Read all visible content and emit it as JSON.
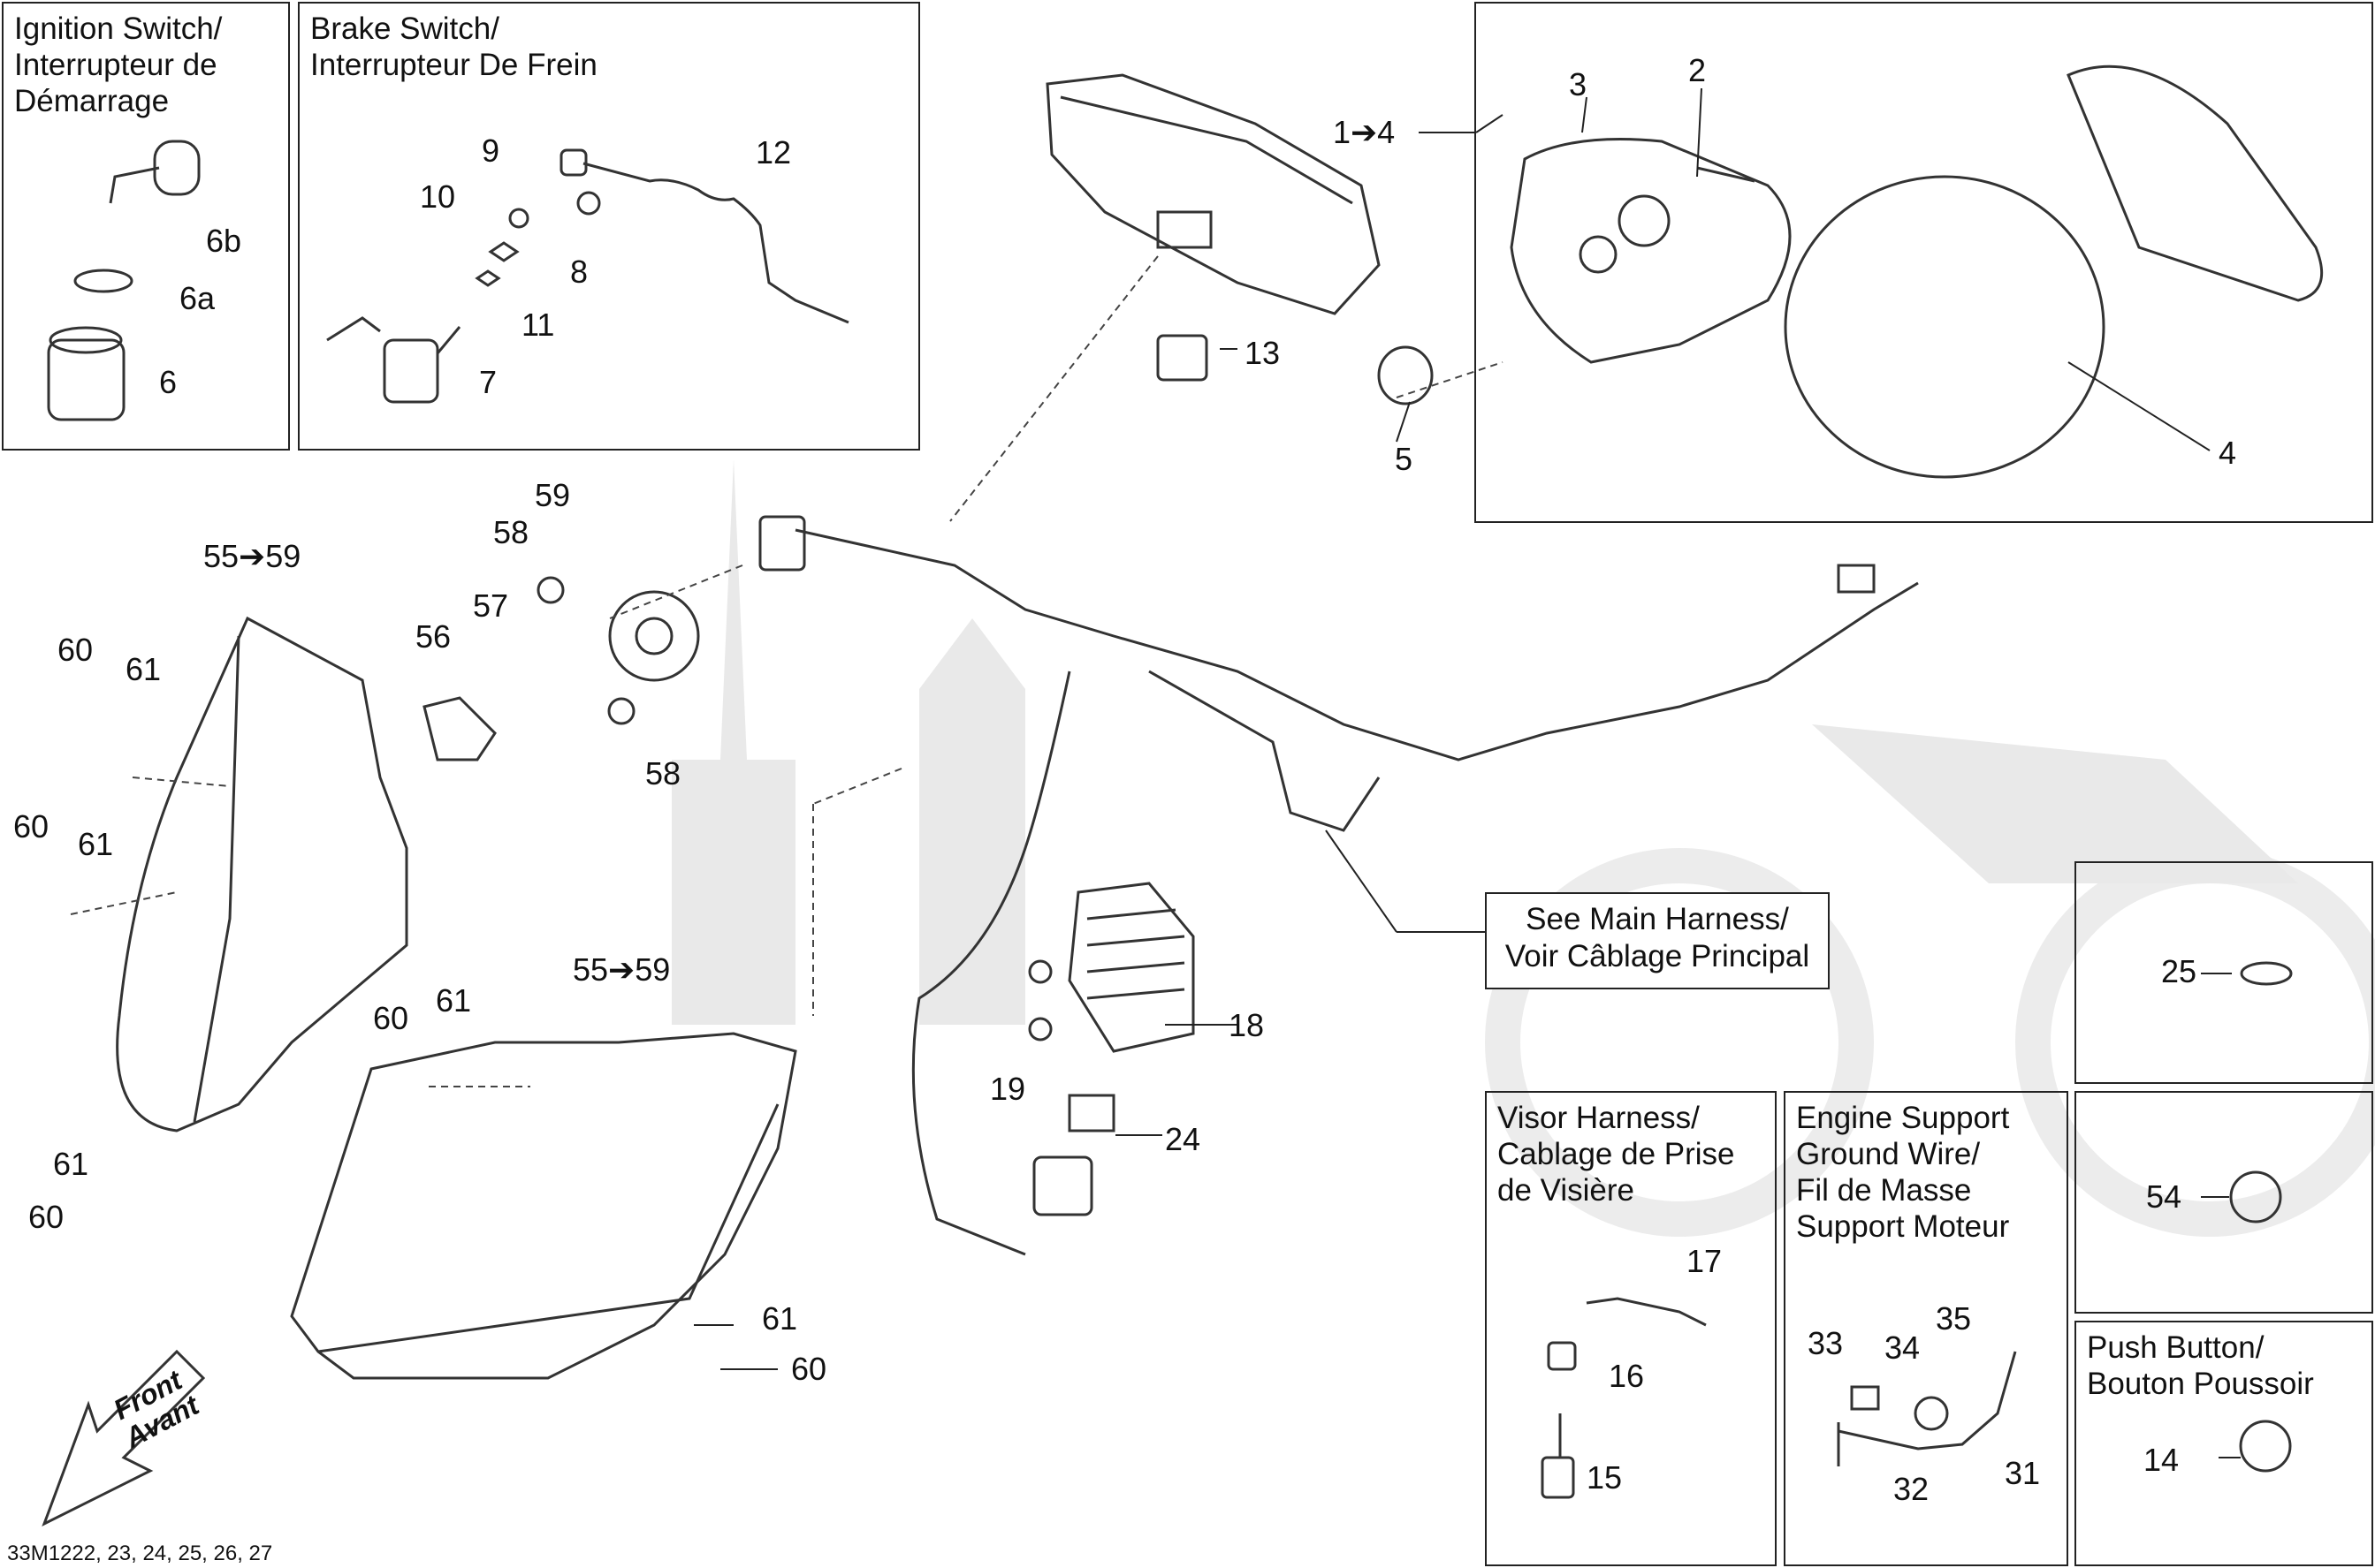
{
  "panels": {
    "ignition": "Ignition Switch/\nInterrupteur de\nDémarrage",
    "brake": "Brake Switch/\nInterrupteur De Frein",
    "visor": "Visor Harness/\nCablage de Prise\nde Visière",
    "engine": "Engine Support\nGround Wire/\nFil de Masse\nSupport Moteur",
    "push": "Push Button/\nBouton Poussoir"
  },
  "main_harness_note": "See Main Harness/\nVoir Câblage Principal",
  "front_label": "Front\nAvant",
  "footer_code": "33M1222, 23, 24, 25, 26, 27",
  "callouts": {
    "c6b": "6b",
    "c6a": "6a",
    "c6": "6",
    "c9": "9",
    "c10": "10",
    "c8": "8",
    "c11": "11",
    "c12": "12",
    "c7": "7",
    "c1_4": "1➔4",
    "c13": "13",
    "c5": "5",
    "c3": "3",
    "c2": "2",
    "c4": "4",
    "c59": "59",
    "c58a": "58",
    "c58b": "58",
    "c57": "57",
    "c56": "56",
    "c55_59a": "55➔59",
    "c55_59b": "55➔59",
    "c60a": "60",
    "c61a": "61",
    "c60b": "60",
    "c61b": "61",
    "c60c": "60",
    "c61c": "61",
    "c61d": "61",
    "c60d": "60",
    "c61e": "61",
    "c60e": "60",
    "c18": "18",
    "c19": "19",
    "c24": "24",
    "c25": "25",
    "c54": "54",
    "c14": "14",
    "c17": "17",
    "c16": "16",
    "c15": "15",
    "c33": "33",
    "c34": "34",
    "c35": "35",
    "c32": "32",
    "c31": "31"
  },
  "colors": {
    "line": "#222222",
    "part": "#333333",
    "watermark": "#e6e6e6"
  }
}
